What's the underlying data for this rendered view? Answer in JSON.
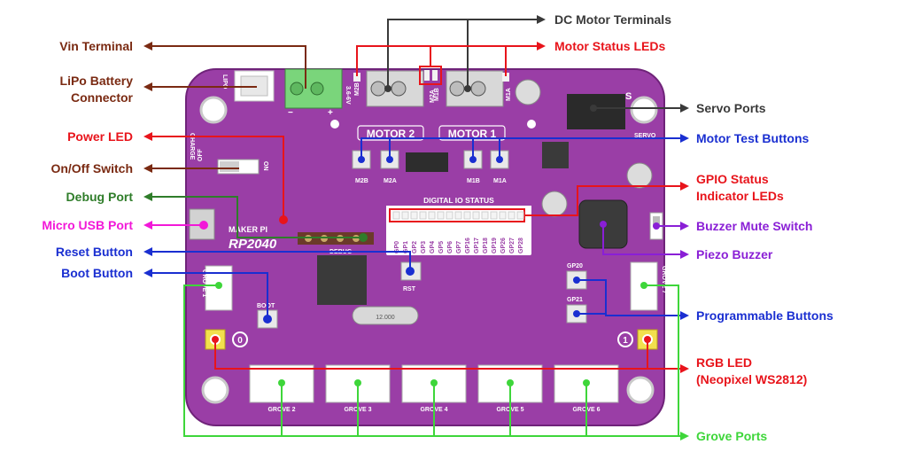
{
  "colors": {
    "board": "#9a3ea6",
    "board_dark": "#6f2379",
    "brown": "#7a2a12",
    "red": "#e8141b",
    "green_dark": "#2f7d2a",
    "magenta": "#f218d8",
    "blue": "#1a2fd1",
    "grey": "#3a3a3a",
    "purple": "#8a1fd6",
    "green": "#3ed63a"
  },
  "labels": {
    "vin": "Vin Terminal",
    "lipo_1": "LiPo Battery",
    "lipo_2": "Connector",
    "power_led": "Power LED",
    "onoff": "On/Off Switch",
    "debug": "Debug Port",
    "usb": "Micro USB Port",
    "reset": "Reset Button",
    "boot": "Boot Button",
    "dc_motor": "DC Motor Terminals",
    "motor_leds": "Motor Status LEDs",
    "servo": "Servo Ports",
    "motor_test": "Motor Test Buttons",
    "gpio_1": "GPIO Status",
    "gpio_2": "Indicator LEDs",
    "buzzer_mute": "Buzzer Mute Switch",
    "piezo": "Piezo Buzzer",
    "prog_buttons": "Programmable Buttons",
    "rgb_1": "RGB LED",
    "rgb_2": "(Neopixel WS2812)",
    "grove": "Grove Ports"
  },
  "board": {
    "motor2": "MOTOR 2",
    "motor1": "MOTOR 1",
    "m2b": "M2B",
    "m2a": "M2A",
    "m1b": "M1B",
    "m1a": "M1A",
    "digital_io": "DIGITAL IO STATUS",
    "maker": "MAKER PI",
    "rp2040": "RP2040",
    "rst": "RST",
    "boot": "BOOT",
    "dbg": "DEBUG",
    "lipo": "LIPO",
    "charge": "CHARGE",
    "servo": "SERVO",
    "gp20": "GP20",
    "gp21": "GP21",
    "vin": "3.6-6V",
    "m1a_term": "M1A",
    "gp_row": [
      "GP0",
      "GP1",
      "GP2",
      "GP3",
      "GP4",
      "GP5",
      "GP6",
      "GP7",
      "GP16",
      "GP17",
      "GP18",
      "GP19",
      "GP26",
      "GP27",
      "GP28"
    ],
    "groves": [
      "GROVE 2",
      "GROVE 3",
      "GROVE 4",
      "GROVE 5",
      "GROVE 6"
    ],
    "grove1": "GROVE 1",
    "grove7": "GROVE 7",
    "crystal": "12.000"
  }
}
